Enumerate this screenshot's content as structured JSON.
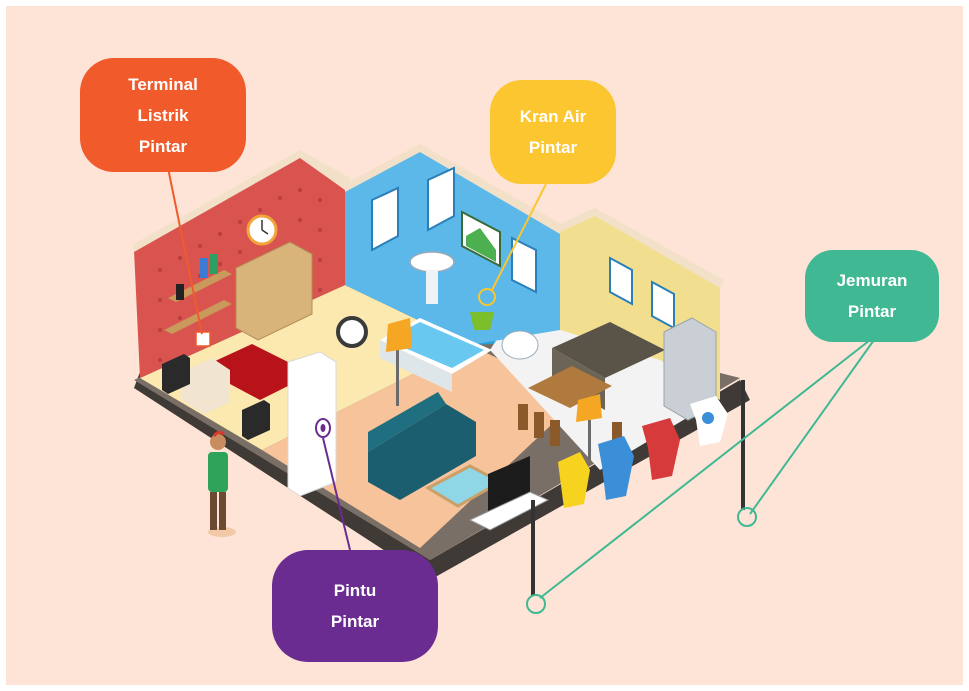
{
  "callouts": {
    "power": {
      "lines": [
        "Terminal",
        "Listrik",
        "Pintar"
      ],
      "color": "#f15a2b"
    },
    "faucet": {
      "lines": [
        "Kran Air",
        "Pintar"
      ],
      "color": "#fbc630"
    },
    "clothesline": {
      "lines": [
        "Jemuran",
        "Pintar"
      ],
      "color": "#40b894"
    },
    "door": {
      "lines": [
        "Pintu",
        "Pintar"
      ],
      "color": "#6b2c91"
    }
  }
}
